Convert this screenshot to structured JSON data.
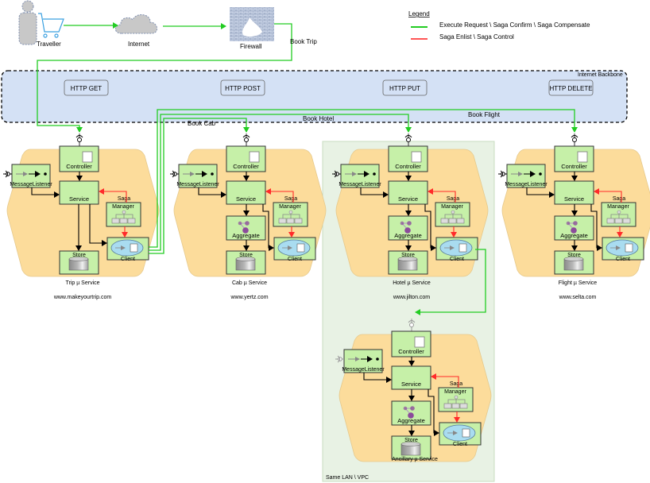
{
  "legend": {
    "title": "Legend",
    "items": [
      {
        "label": "Execute Request \\ Saga Confirm \\ Saga Compensate",
        "color": "#22cc22"
      },
      {
        "label": "Saga Enlist \\ Saga Control",
        "color": "#ff4444"
      }
    ]
  },
  "actors": {
    "traveller": "Traveller",
    "internet": "Internet",
    "firewall": "Firewall"
  },
  "backbone": {
    "title": "Internet Backbone",
    "methods": [
      "HTTP GET",
      "HTTP POST",
      "HTTP PUT",
      "HTTP DELETE"
    ]
  },
  "flows": {
    "book_trip": "Book Trip",
    "book_cab": "Book Cab",
    "book_hotel": "Book Hotel",
    "book_flight": "Book Flight"
  },
  "lan": {
    "title": "Same LAN \\ VPC"
  },
  "component_labels": {
    "controller": "Controller",
    "service": "Service",
    "message_listener": "MessageListener",
    "saga": "Saga",
    "manager": "Manager",
    "aggregate": "Aggregate",
    "store": "Store",
    "client": "Client"
  },
  "services": [
    {
      "name": "Trip µ Service",
      "domain": "www.makeyourtrip.com",
      "has_aggregate": false
    },
    {
      "name": "Cab µ Service",
      "domain": "www.yertz.com",
      "has_aggregate": true
    },
    {
      "name": "Hotel µ Service",
      "domain": "www.jilton.com",
      "has_aggregate": true
    },
    {
      "name": "Flight µ Service",
      "domain": "www.selta.com",
      "has_aggregate": true
    },
    {
      "name": "Ancillary µ Service",
      "domain": "",
      "has_aggregate": true
    }
  ],
  "colors": {
    "request_line": "#22cc22",
    "saga_line": "#ff2a2a",
    "hexagon_fill": "#fcdc9b",
    "component_fill": "#c6f0a8",
    "backbone_fill": "#d4e1f5",
    "lan_fill": "#e8f2e4",
    "client_ellipse": "#a9dcf0",
    "aggregate_purple": "#8b4b9b"
  }
}
